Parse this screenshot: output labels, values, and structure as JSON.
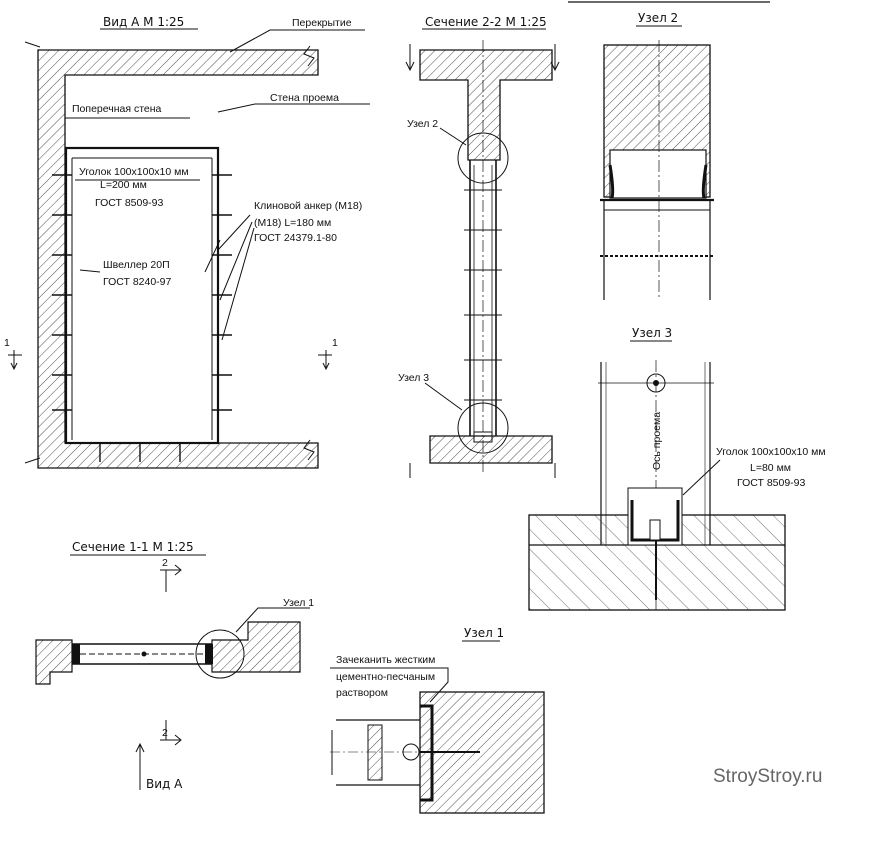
{
  "titles": {
    "view_a": "Вид А    М 1:25",
    "section_22": "Сечение 2-2  М 1:25",
    "node2": "Узел 2",
    "node3": "Узел 3",
    "section_11": "Сечение 1-1    М 1:25",
    "node1": "Узел 1"
  },
  "labels": {
    "slab": "Перекрытие",
    "cross_wall": "Поперечная стена",
    "opening_wall": "Стена проема",
    "angle_line1": "Уголок 100х100х10 мм",
    "angle_line2": "L=200 мм",
    "angle_line3": "ГОСТ 8509-93",
    "anchor_line1": "Клиновой анкер (М18)",
    "anchor_line2": "(М18) L=180 мм",
    "anchor_line3": "ГОСТ 24379.1-80",
    "channel_line1": "Швеллер 20П",
    "channel_line2": "ГОСТ 8240-97",
    "cut1": "1",
    "cut2": "2",
    "node2_callout": "Узел 2",
    "node3_callout": "Узел 3",
    "node1_callout": "Узел 1",
    "axis": "Ось проема",
    "angle3_line1": "Уголок 100х100х10 мм",
    "angle3_line2": "L=80 мм",
    "angle3_line3": "ГОСТ 8509-93",
    "caulk_line1": "Зачеканить жестким",
    "caulk_line2": "цементно-песчаным",
    "caulk_line3": "раствором",
    "view_arrow": "Вид А"
  },
  "watermark": "StroyStroy.ru"
}
